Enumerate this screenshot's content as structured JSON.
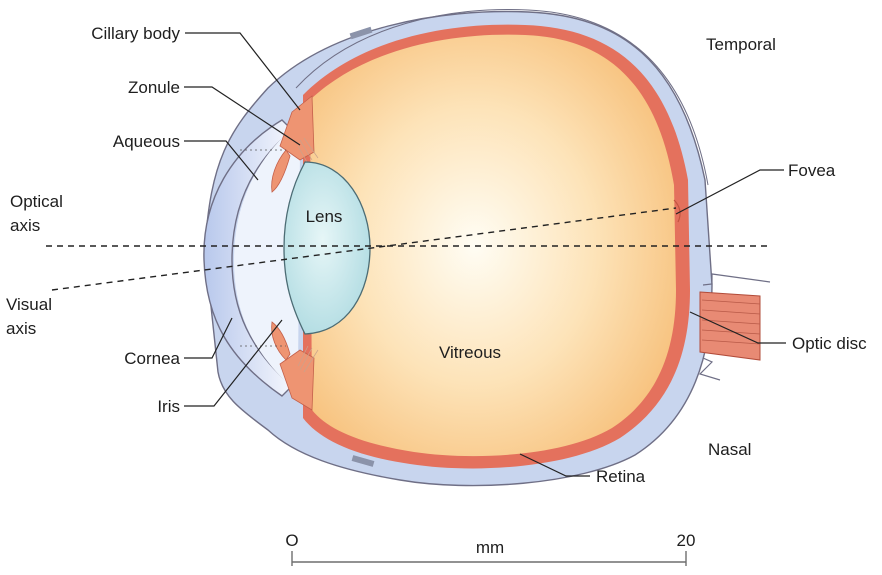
{
  "labels": {
    "ciliary_body": "Cillary body",
    "zonule": "Zonule",
    "aqueous": "Aqueous",
    "optical_axis_line1": "Optical",
    "optical_axis_line2": "axis",
    "visual_axis_line1": "Visual",
    "visual_axis_line2": "axis",
    "cornea": "Cornea",
    "iris": "Iris",
    "lens": "Lens",
    "vitreous": "Vitreous",
    "temporal": "Temporal",
    "fovea": "Fovea",
    "optic_disc": "Optic disc",
    "nasal": "Nasal",
    "retina": "Retina"
  },
  "scale": {
    "start": "O",
    "unit": "mm",
    "end": "20"
  },
  "colors": {
    "sclera": "#c9d6ee",
    "sclera_outline": "#6d6d84",
    "vitreous_center": "#fffdf3",
    "vitreous_edge": "#f8c682",
    "retina": "#e4715d",
    "lens_fill": "#c7e7ec",
    "iris": "#ee9472",
    "optic_nerve": "#e88a74"
  }
}
